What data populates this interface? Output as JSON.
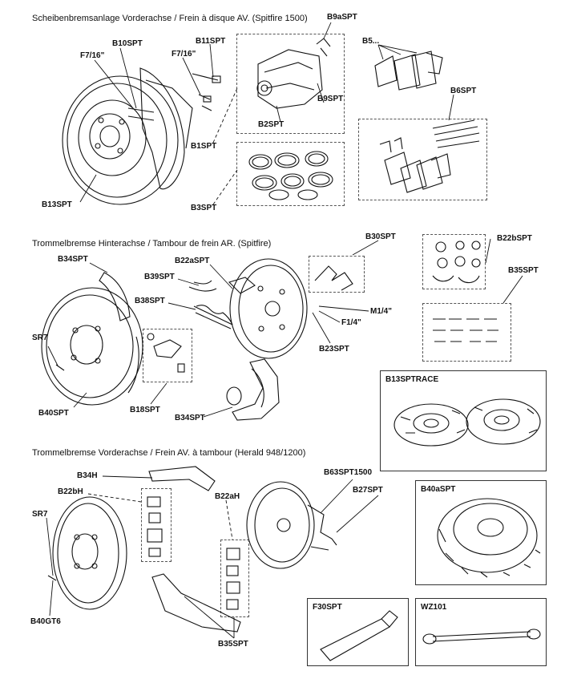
{
  "sections": {
    "front_disc": {
      "title": "Scheibenbremsanlage Vorderachse / Frein à disque AV.  (Spitfire 1500)"
    },
    "rear_drum": {
      "title": "Trommelbremse Hinterachse / Tambour de frein AR.  (Spitfire)"
    },
    "front_drum": {
      "title": "Trommelbremse Vorderachse / Frein AV. à tambour  (Herald 948/1200)"
    }
  },
  "labels": {
    "b9aspt": "B9aSPT",
    "b10spt": "B10SPT",
    "b11spt": "B11SPT",
    "f716_a": "F7/16\"",
    "f716_b": "F7/16\"",
    "b5": "B5...",
    "b6spt": "B6SPT",
    "b9spt": "B9SPT",
    "b2spt": "B2SPT",
    "b1spt": "B1SPT",
    "b13spt": "B13SPT",
    "b3spt": "B3SPT",
    "b30spt": "B30SPT",
    "b22bspt": "B22bSPT",
    "b34spt_top": "B34SPT",
    "b22aspt": "B22aSPT",
    "b39spt": "B39SPT",
    "b35spt_top": "B35SPT",
    "b38spt": "B38SPT",
    "m14": "M1/4\"",
    "f14": "F1/4\"",
    "sr7_a": "SR7",
    "b23spt": "B23SPT",
    "b40spt": "B40SPT",
    "b18spt": "B18SPT",
    "b34spt_bottom": "B34SPT",
    "b34h": "B34H",
    "b63spt1500": "B63SPT1500",
    "b22bh": "B22bH",
    "b27spt": "B27SPT",
    "b22ah": "B22aH",
    "sr7_b": "SR7",
    "b40gt6": "B40GT6",
    "b35spt_bottom": "B35SPT"
  },
  "panels": {
    "b13sptrace": "B13SPTRACE",
    "b40aspt": "B40aSPT",
    "f30spt": "F30SPT",
    "wz101": "WZ101"
  }
}
